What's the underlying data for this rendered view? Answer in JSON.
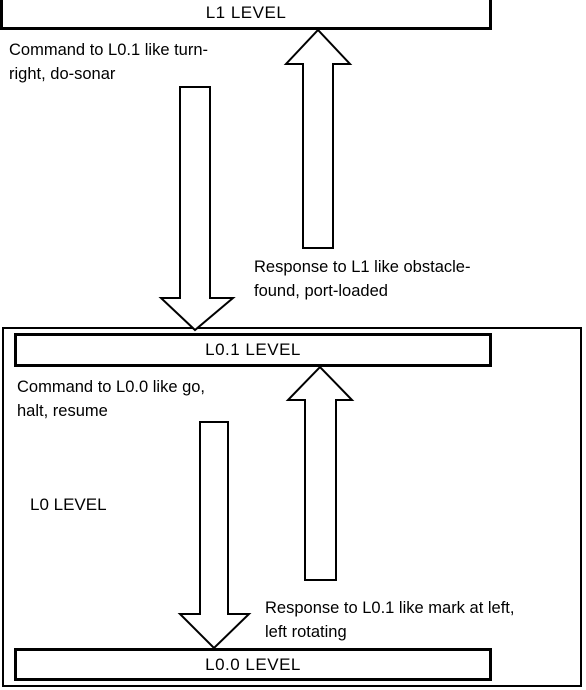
{
  "levels": {
    "l1": "L1 LEVEL",
    "l01": "L0.1 LEVEL",
    "l00": "L0.0 LEVEL",
    "l0": "L0 LEVEL"
  },
  "captions": {
    "cmd_to_l01": [
      "Command to L0.1 like turn-",
      "right, do-sonar"
    ],
    "resp_to_l1": [
      "Response to L1 like obstacle-",
      "found, port-loaded"
    ],
    "cmd_to_l00": [
      "Command to L0.0 like go,",
      "halt, resume"
    ],
    "resp_to_l01": [
      "Response to L0.1 like mark at left,",
      "left rotating"
    ]
  },
  "icons": {
    "down_arrow": "block-arrow-down",
    "up_arrow": "block-arrow-up"
  }
}
